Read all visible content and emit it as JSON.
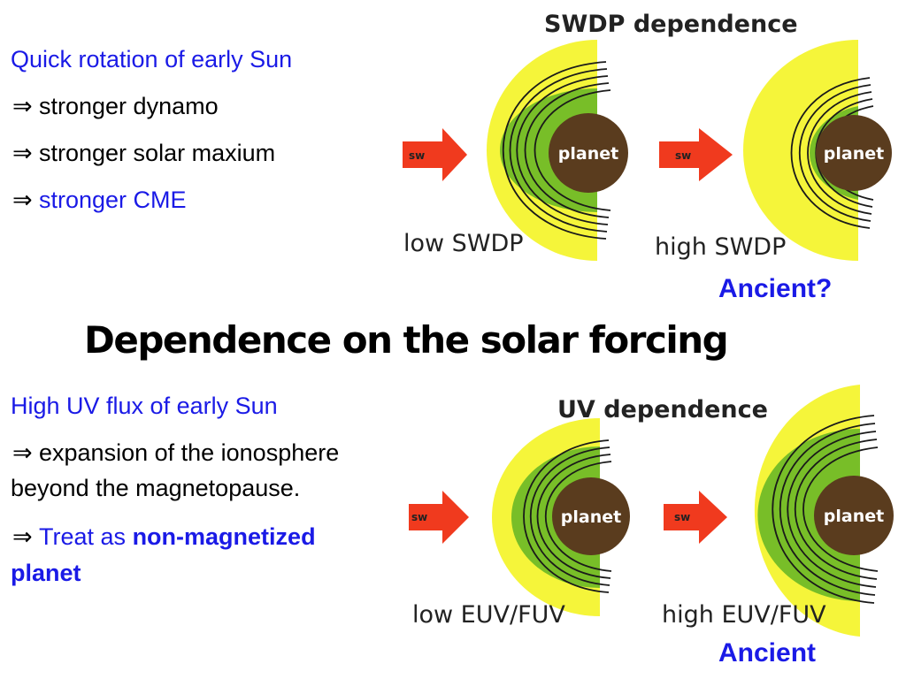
{
  "colors": {
    "blue": "#1a1ae6",
    "sheath": "#f5f53a",
    "magnetosphere": "#78be28",
    "planet": "#5a3c1e",
    "solar_wind_arrow": "#f03a1e",
    "field_lines": "#1a1a1a"
  },
  "section_top": {
    "heading": "Quick rotation of early Sun",
    "arrow_symbol": "⇒",
    "bullets": [
      "stronger dynamo",
      "stronger solar maxium",
      "stronger CME"
    ],
    "diagram_title": "SWDP dependence",
    "panels": [
      {
        "sw_label": "sw",
        "planet_label": "planet",
        "caption": "low SWDP",
        "icon": "shock-front-icon"
      },
      {
        "sw_label": "sw",
        "planet_label": "planet",
        "caption": "high SWDP",
        "icon": "shock-front-icon"
      }
    ],
    "tag": "Ancient?"
  },
  "main_title": "Dependence on the solar forcing",
  "section_bottom": {
    "heading": "High UV flux of early Sun",
    "arrow_symbol": "⇒",
    "bullet1_line1": "expansion of the ionosphere",
    "bullet1_line2": "beyond the magnetopause.",
    "bullet2_prefix": "Treat as",
    "bullet2_bold_part1": "non-magnetized",
    "bullet2_bold_part2": "planet",
    "diagram_title": "UV dependence",
    "panels": [
      {
        "sw_label": "sw",
        "planet_label": "planet",
        "caption": "low EUV/FUV",
        "icon": "shock-front-icon"
      },
      {
        "sw_label": "sw",
        "planet_label": "planet",
        "caption": "high EUV/FUV",
        "icon": "shock-front-icon"
      }
    ],
    "tag": "Ancient"
  }
}
